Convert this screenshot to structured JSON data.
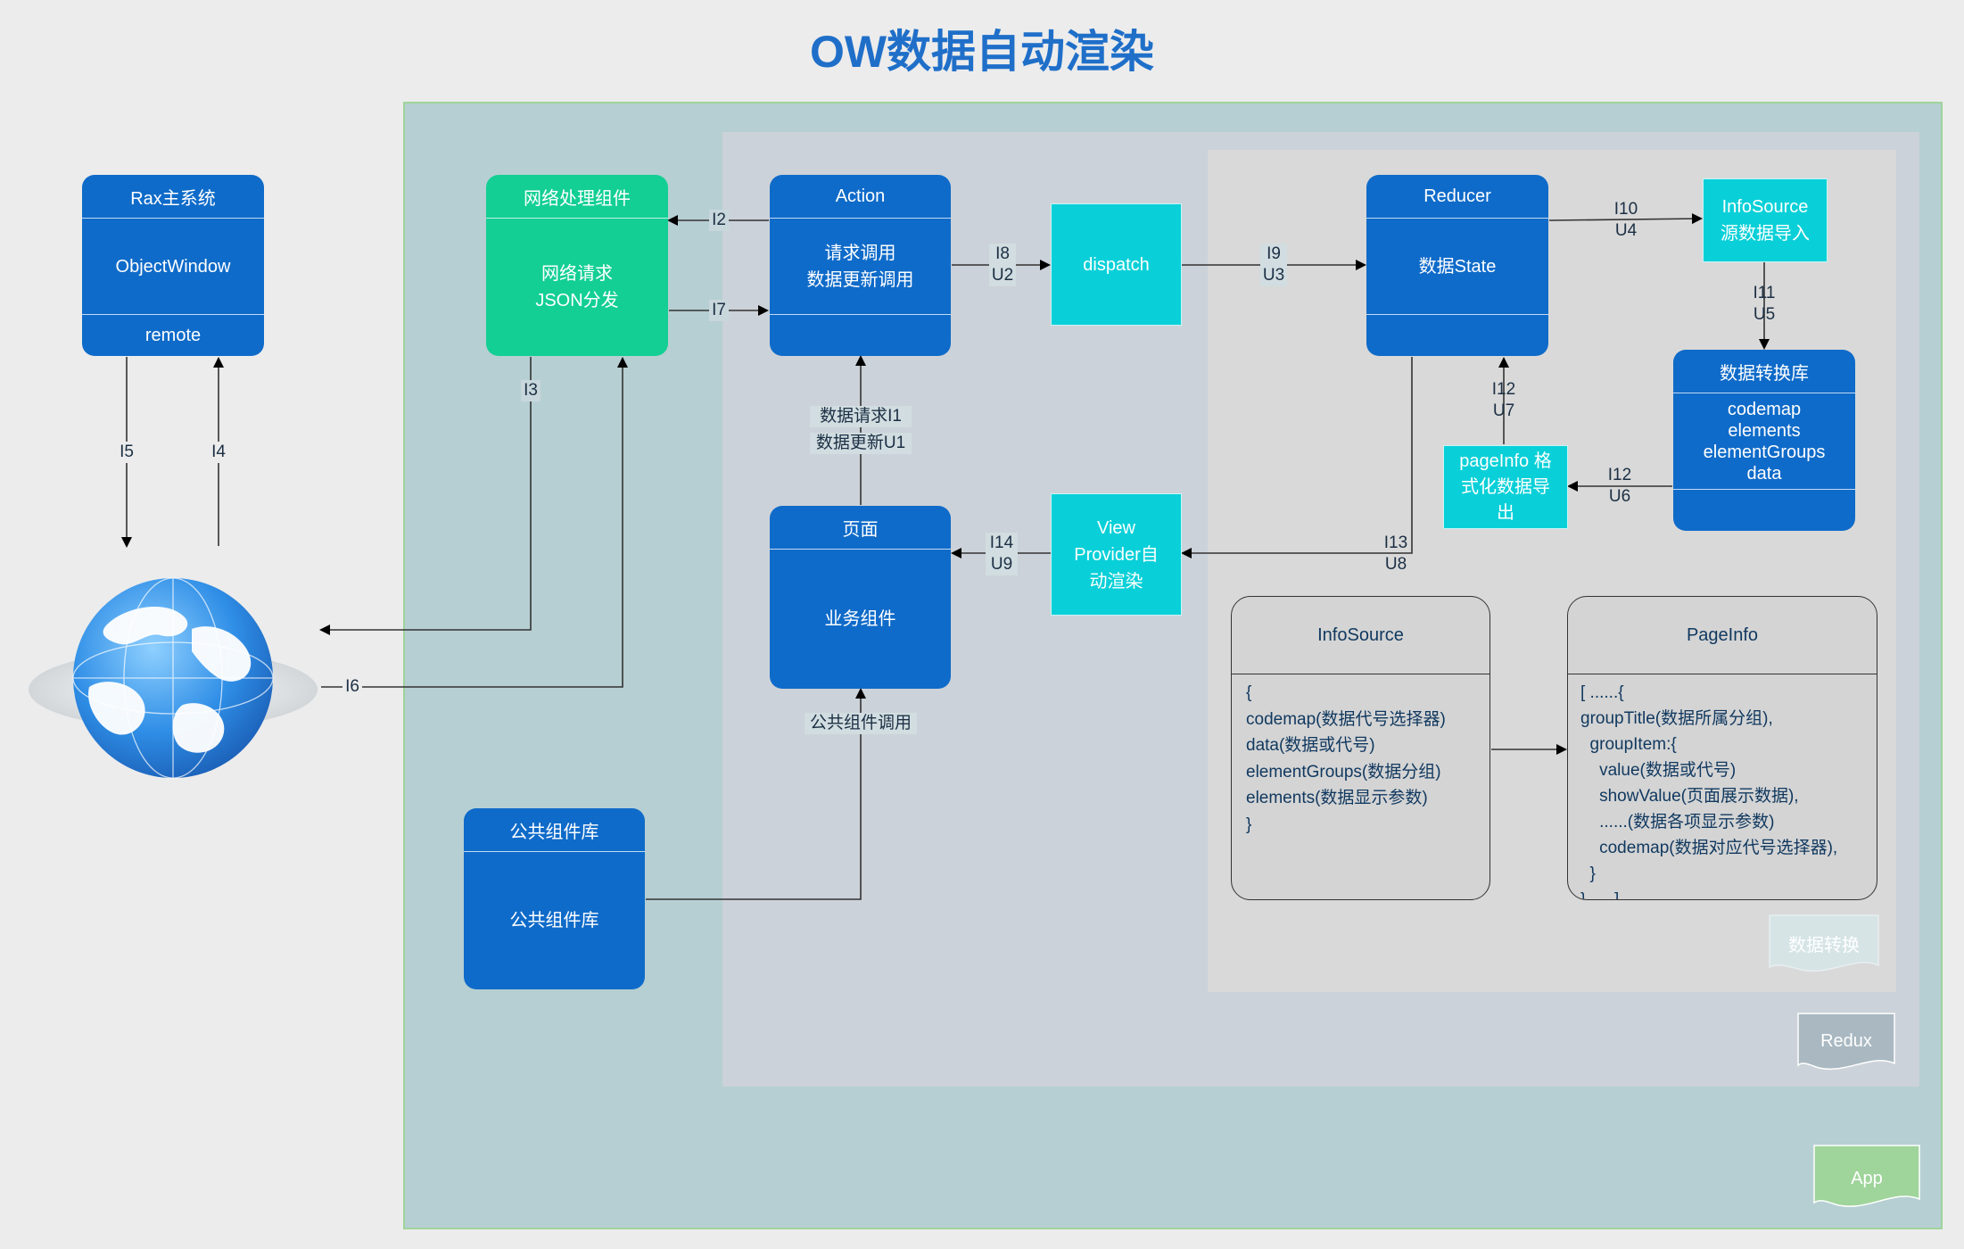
{
  "title": "OW数据自动渲染",
  "nodes": {
    "rax": {
      "header": "Rax主系统",
      "body": "ObjectWindow",
      "footer": "remote"
    },
    "network": {
      "header": "网络处理组件",
      "body1": "网络请求",
      "body2": "JSON分发"
    },
    "action": {
      "header": "Action",
      "body1": "请求调用",
      "body2": "数据更新调用"
    },
    "dispatch": {
      "label": "dispatch"
    },
    "reducer": {
      "header": "Reducer",
      "body": "数据State"
    },
    "infosource_import": {
      "line1": "InfoSource",
      "line2": "源数据导入"
    },
    "conv_lib": {
      "header": "数据转换库",
      "items": [
        "codemap",
        "elements",
        "elementGroups",
        "data"
      ]
    },
    "pageinfo_export": {
      "line1": "pageInfo 格",
      "line2": "式化数据导",
      "line3": "出"
    },
    "view_provider": {
      "line1": "View",
      "line2": "Provider自",
      "line3": "动渲染"
    },
    "page": {
      "header": "页面",
      "body": "业务组件"
    },
    "common_lib": {
      "header": "公共组件库",
      "body": "公共组件库"
    }
  },
  "notes": {
    "infosource": {
      "title": "InfoSource",
      "lines": [
        "{",
        "codemap(数据代号选择器)",
        "data(数据或代号)",
        "elementGroups(数据分组)",
        "elements(数据显示参数)",
        "}"
      ]
    },
    "pageinfo": {
      "title": "PageInfo",
      "lines": [
        "[ ......{",
        "groupTitle(数据所属分组),",
        "  groupItem:{",
        "    value(数据或代号)",
        "    showValue(页面展示数据),",
        "    ......(数据各项显示参数)",
        "    codemap(数据对应代号选择器),",
        "  }",
        "}......]"
      ]
    }
  },
  "tags": {
    "conversion": "数据转换",
    "redux": "Redux",
    "app": "App"
  },
  "edges": {
    "I2": "I2",
    "I7": "I7",
    "I8": "I8",
    "U2": "U2",
    "I9": "I9",
    "U3": "U3",
    "I10": "I10",
    "U4": "U4",
    "I11": "I11",
    "U5": "U5",
    "I12a": "I12",
    "U7": "U7",
    "I12b": "I12",
    "U6": "U6",
    "I13": "I13",
    "U8": "U8",
    "I14": "I14",
    "U9": "U9",
    "I3": "I3",
    "I5": "I5",
    "I4": "I4",
    "I6": "I6",
    "page_up1": "数据请求I1",
    "page_up2": "数据更新U1",
    "common_call": "公共组件调用"
  },
  "colors": {
    "blue": "#0f6bc9",
    "green": "#13cf93",
    "cyan": "#09d0d8",
    "title": "#1f6fc9"
  },
  "icons": {
    "globe": "globe-icon"
  }
}
